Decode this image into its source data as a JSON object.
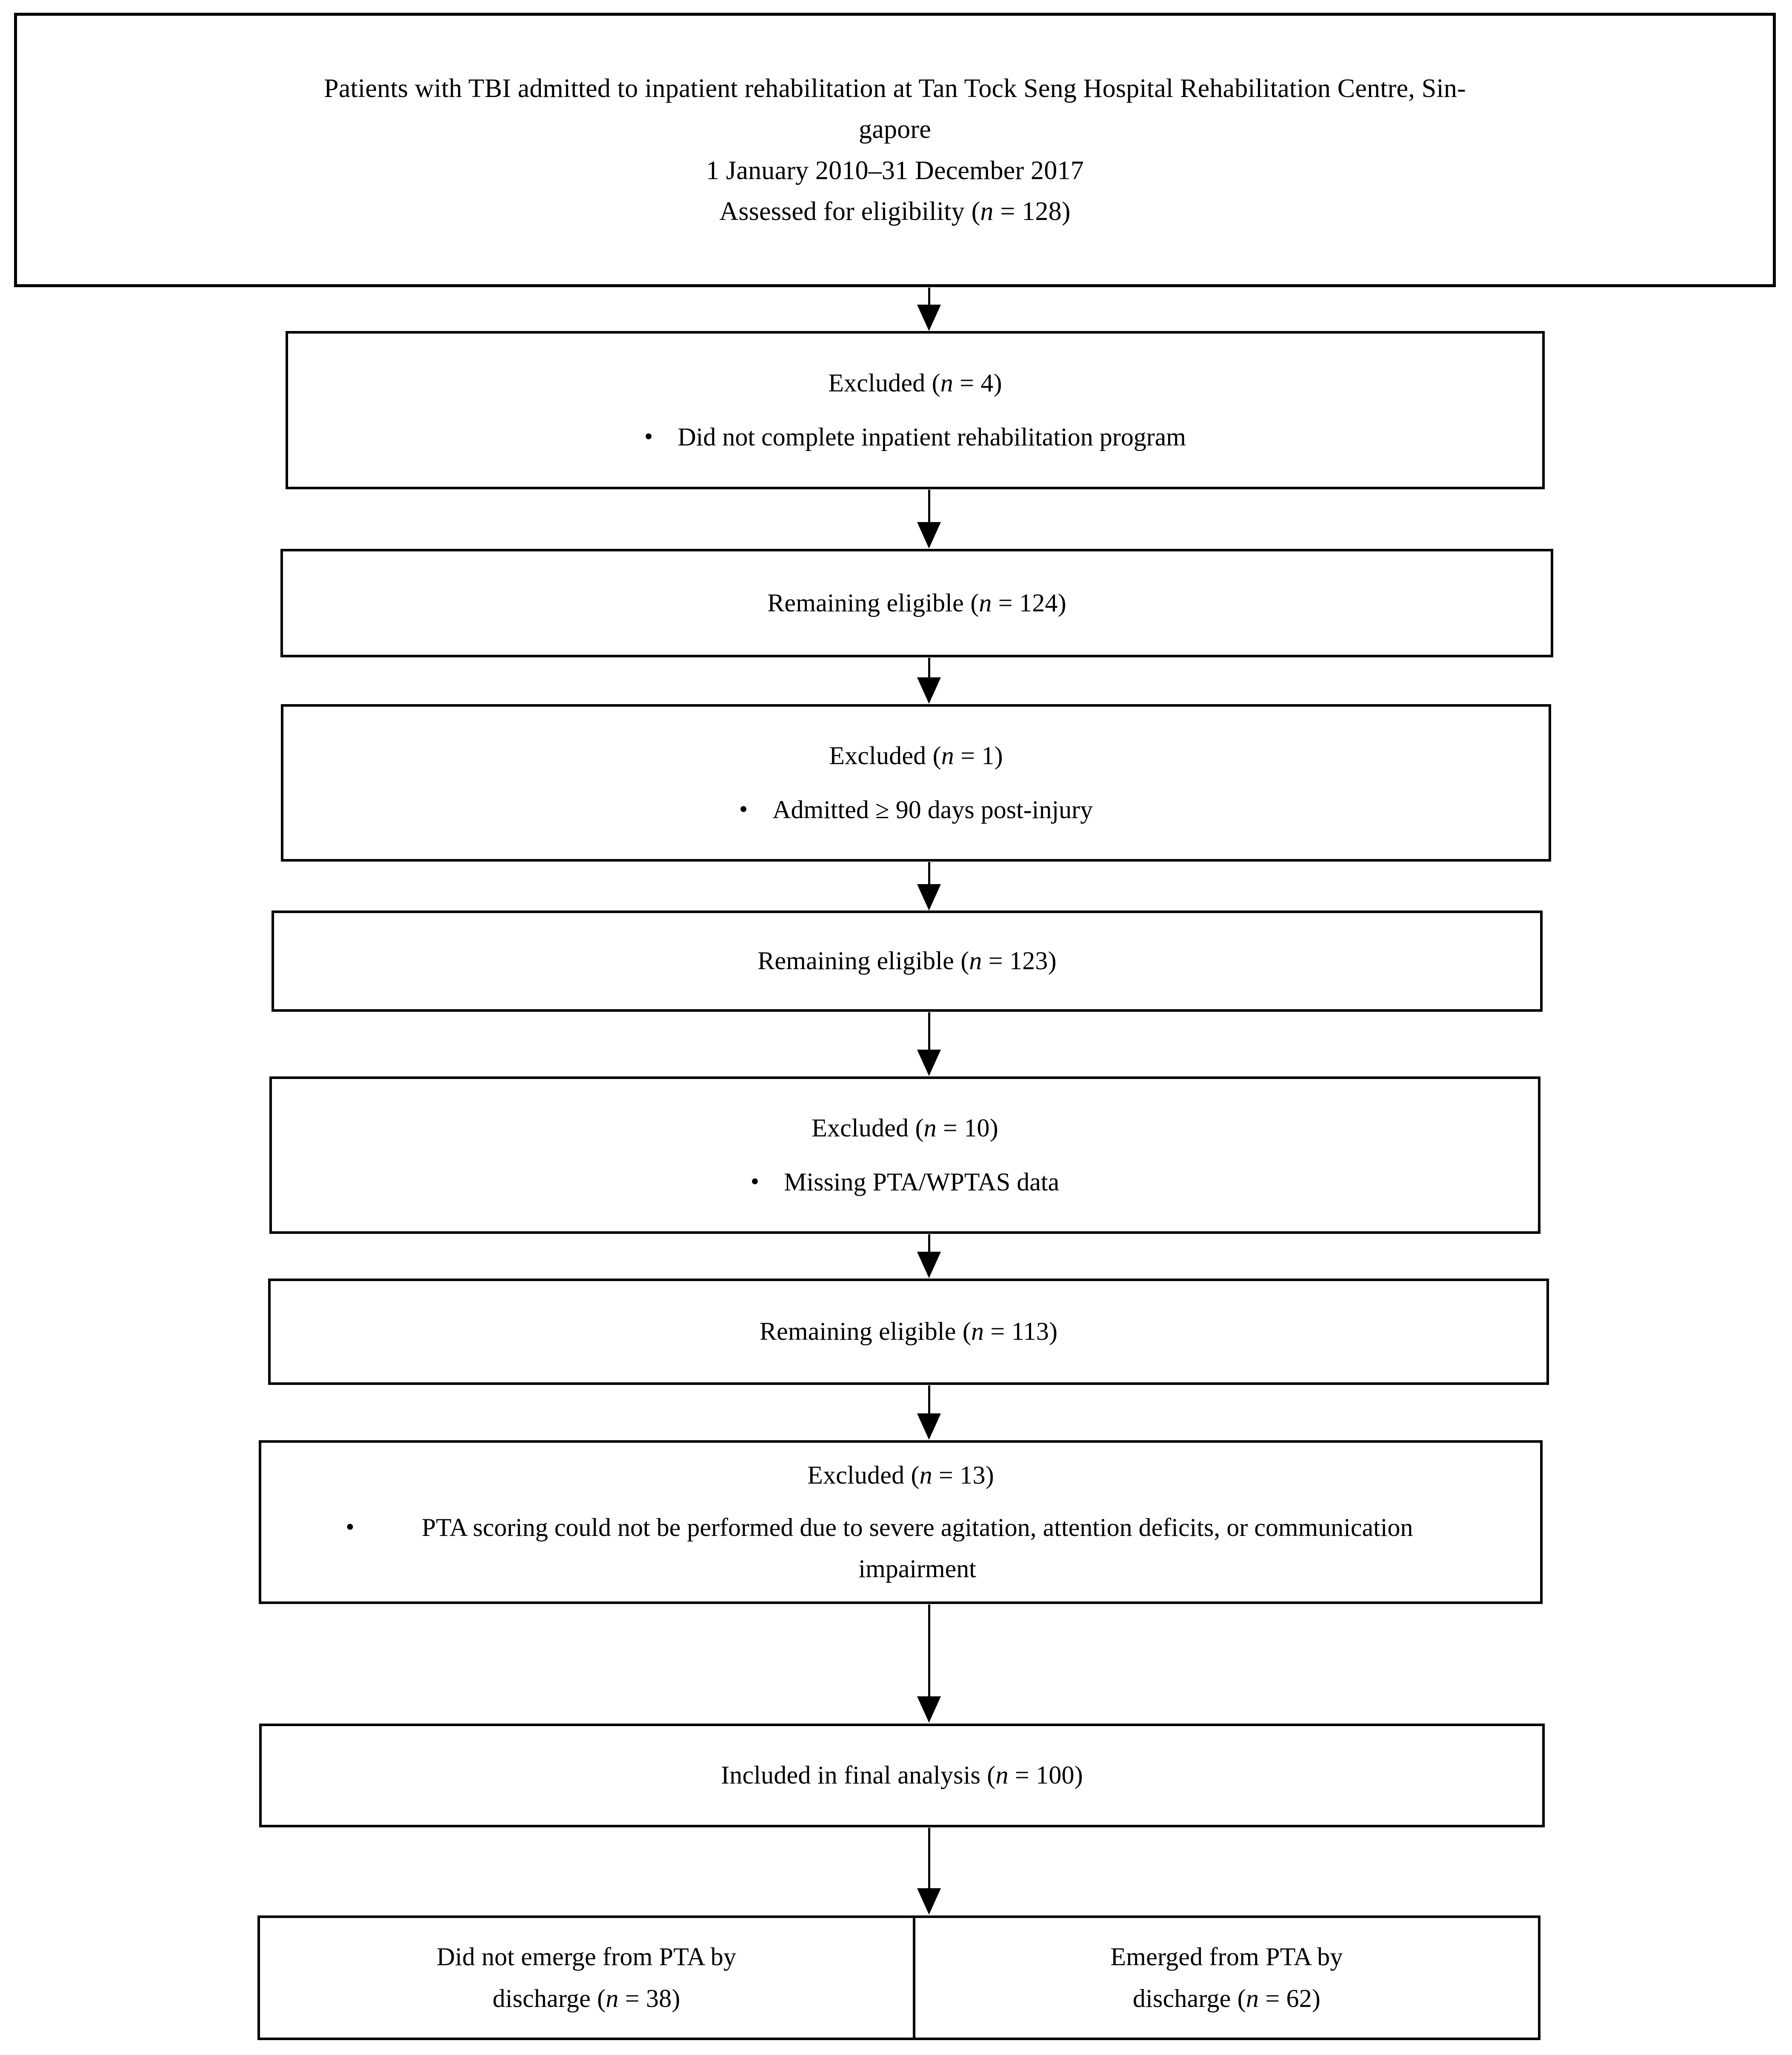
{
  "diagram": {
    "type": "flowchart",
    "title": "Participant selection flow diagram",
    "orientation": "top-to-bottom"
  },
  "nodes": {
    "screening": {
      "line1": "Patients with TBI admitted to inpatient rehabilitation at Tan Tock Seng Hospital Rehabilitation Centre, Sin-",
      "line2": "gapore",
      "line3": "1 January 2010–31 December 2017",
      "line4_prefix": "Assessed for eligibility (",
      "line4_italic": "n",
      "line4_suffix": " = 128)"
    },
    "excluded_1": {
      "heading_prefix": "Excluded (",
      "heading_italic": "n",
      "heading_suffix": " = 4)",
      "bullet": "Did not complete inpatient rehabilitation program",
      "bullet_marker": "•"
    },
    "remaining_124": {
      "text_prefix": "Remaining eligible (",
      "text_italic": "n",
      "text_suffix": " = 124)"
    },
    "excluded_2": {
      "heading_prefix": "Excluded (",
      "heading_italic": "n",
      "heading_suffix": " = 1)",
      "bullet": "Admitted ≥ 90 days post-injury",
      "bullet_marker": "•"
    },
    "remaining_123": {
      "text_prefix": "Remaining eligible (",
      "text_italic": "n",
      "text_suffix": " = 123)"
    },
    "excluded_3": {
      "heading_prefix": "Excluded (",
      "heading_italic": "n",
      "heading_suffix": " = 10)",
      "bullet": "Missing PTA/WPTAS data",
      "bullet_marker": "•"
    },
    "remaining_113": {
      "text_prefix": "Remaining eligible (",
      "text_italic": "n",
      "text_suffix": " = 113)"
    },
    "excluded_4": {
      "heading_prefix": "Excluded (",
      "heading_italic": "n",
      "heading_suffix": " = 13)",
      "bullet": "PTA scoring could not be performed due to severe agitation, attention deficits, or communication impairment",
      "bullet_marker": "•"
    },
    "included": {
      "text_prefix": "Included in final analysis (",
      "text_italic": "n",
      "text_suffix": " = 100)"
    },
    "outcome_not_emerged": {
      "line1": "Did not emerge from PTA by",
      "line2_prefix": "discharge (",
      "line2_italic": "n",
      "line2_suffix": " = 38)"
    },
    "outcome_emerged": {
      "line1": "Emerged from PTA by",
      "line2_prefix": "discharge (",
      "line2_italic": "n",
      "line2_suffix": " = 62)"
    }
  },
  "counts": {
    "assessed_for_eligibility": 128,
    "excluded_incomplete_program": 4,
    "remaining_after_step1": 124,
    "excluded_late_admission": 1,
    "remaining_after_step2": 123,
    "excluded_missing_pta_data": 10,
    "remaining_after_step3": 113,
    "excluded_unscoreable_pta": 13,
    "included_final_analysis": 100,
    "did_not_emerge_from_pta": 38,
    "emerged_from_pta": 62
  },
  "colors": {
    "border": "#000000",
    "background": "#ffffff",
    "text": "#000000"
  }
}
